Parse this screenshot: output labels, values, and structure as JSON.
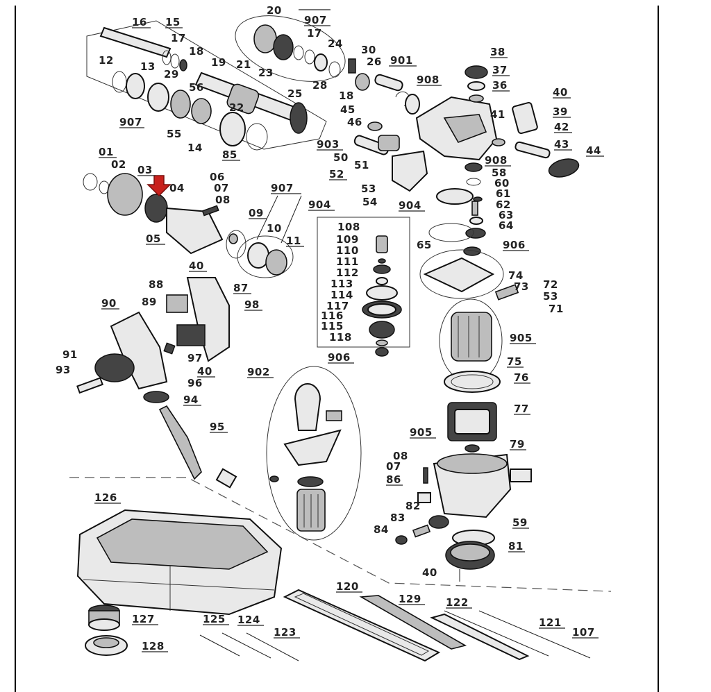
{
  "diagram": {
    "part_labels": {
      "p16": "16",
      "p15": "15",
      "p17a": "17",
      "p18a": "18",
      "p19": "19",
      "p12": "12",
      "p13": "13",
      "p29": "29",
      "p21": "21",
      "p23": "23",
      "p56": "56",
      "p22": "22",
      "p25": "25",
      "p907a": "907",
      "p55": "55",
      "p14": "14",
      "p85": "85",
      "p20": "20",
      "p907b": "907",
      "p17b": "17",
      "p24": "24",
      "p28": "28",
      "p30": "30",
      "p26": "26",
      "p901": "901",
      "p18b": "18",
      "p45": "45",
      "p46": "46",
      "p903": "903",
      "p50": "50",
      "p51": "51",
      "p52": "52",
      "p53a": "53",
      "p54": "54",
      "p908a": "908",
      "p38": "38",
      "p37": "37",
      "p36": "36",
      "p40a": "40",
      "p39": "39",
      "p41": "41",
      "p42": "42",
      "p43": "43",
      "p44": "44",
      "p908b": "908",
      "p58": "58",
      "p60": "60",
      "p61": "61",
      "p62": "62",
      "p63": "63",
      "p64": "64",
      "p65": "65",
      "p904a": "904",
      "p904b": "904",
      "p906a": "906",
      "p74": "74",
      "p73": "73",
      "p72": "72",
      "p53b": "53",
      "p71": "71",
      "p905a": "905",
      "p75": "75",
      "p76": "76",
      "p77": "77",
      "p905b": "905",
      "p79": "79",
      "p08b": "08",
      "p07b": "07",
      "p86": "86",
      "p82": "82",
      "p83": "83",
      "p84": "84",
      "p59": "59",
      "p81": "81",
      "p40e": "40",
      "p01": "01",
      "p02": "02",
      "p03": "03",
      "p04": "04",
      "p06": "06",
      "p07a": "07",
      "p08a": "08",
      "p907c": "907",
      "p09": "09",
      "p10": "10",
      "p11": "11",
      "p05": "05",
      "p108": "108",
      "p109": "109",
      "p110": "110",
      "p111": "111",
      "p112": "112",
      "p113": "113",
      "p114": "114",
      "p117": "117",
      "p116": "116",
      "p115": "115",
      "p118": "118",
      "p906b": "906",
      "p40b": "40",
      "p88": "88",
      "p87": "87",
      "p90": "90",
      "p89": "89",
      "p98": "98",
      "p97": "97",
      "p91": "91",
      "p93": "93",
      "p40c": "40",
      "p96": "96",
      "p94": "94",
      "p95": "95",
      "p902": "902",
      "p126": "126",
      "p127": "127",
      "p128": "128",
      "p125": "125",
      "p124": "124",
      "p123": "123",
      "p120": "120",
      "p129": "129",
      "p122": "122",
      "p121": "121",
      "p107": "107"
    },
    "highlight_color": "#c8201c",
    "line_color": "#222222",
    "arrow_icon": "arrow-down-icon"
  }
}
